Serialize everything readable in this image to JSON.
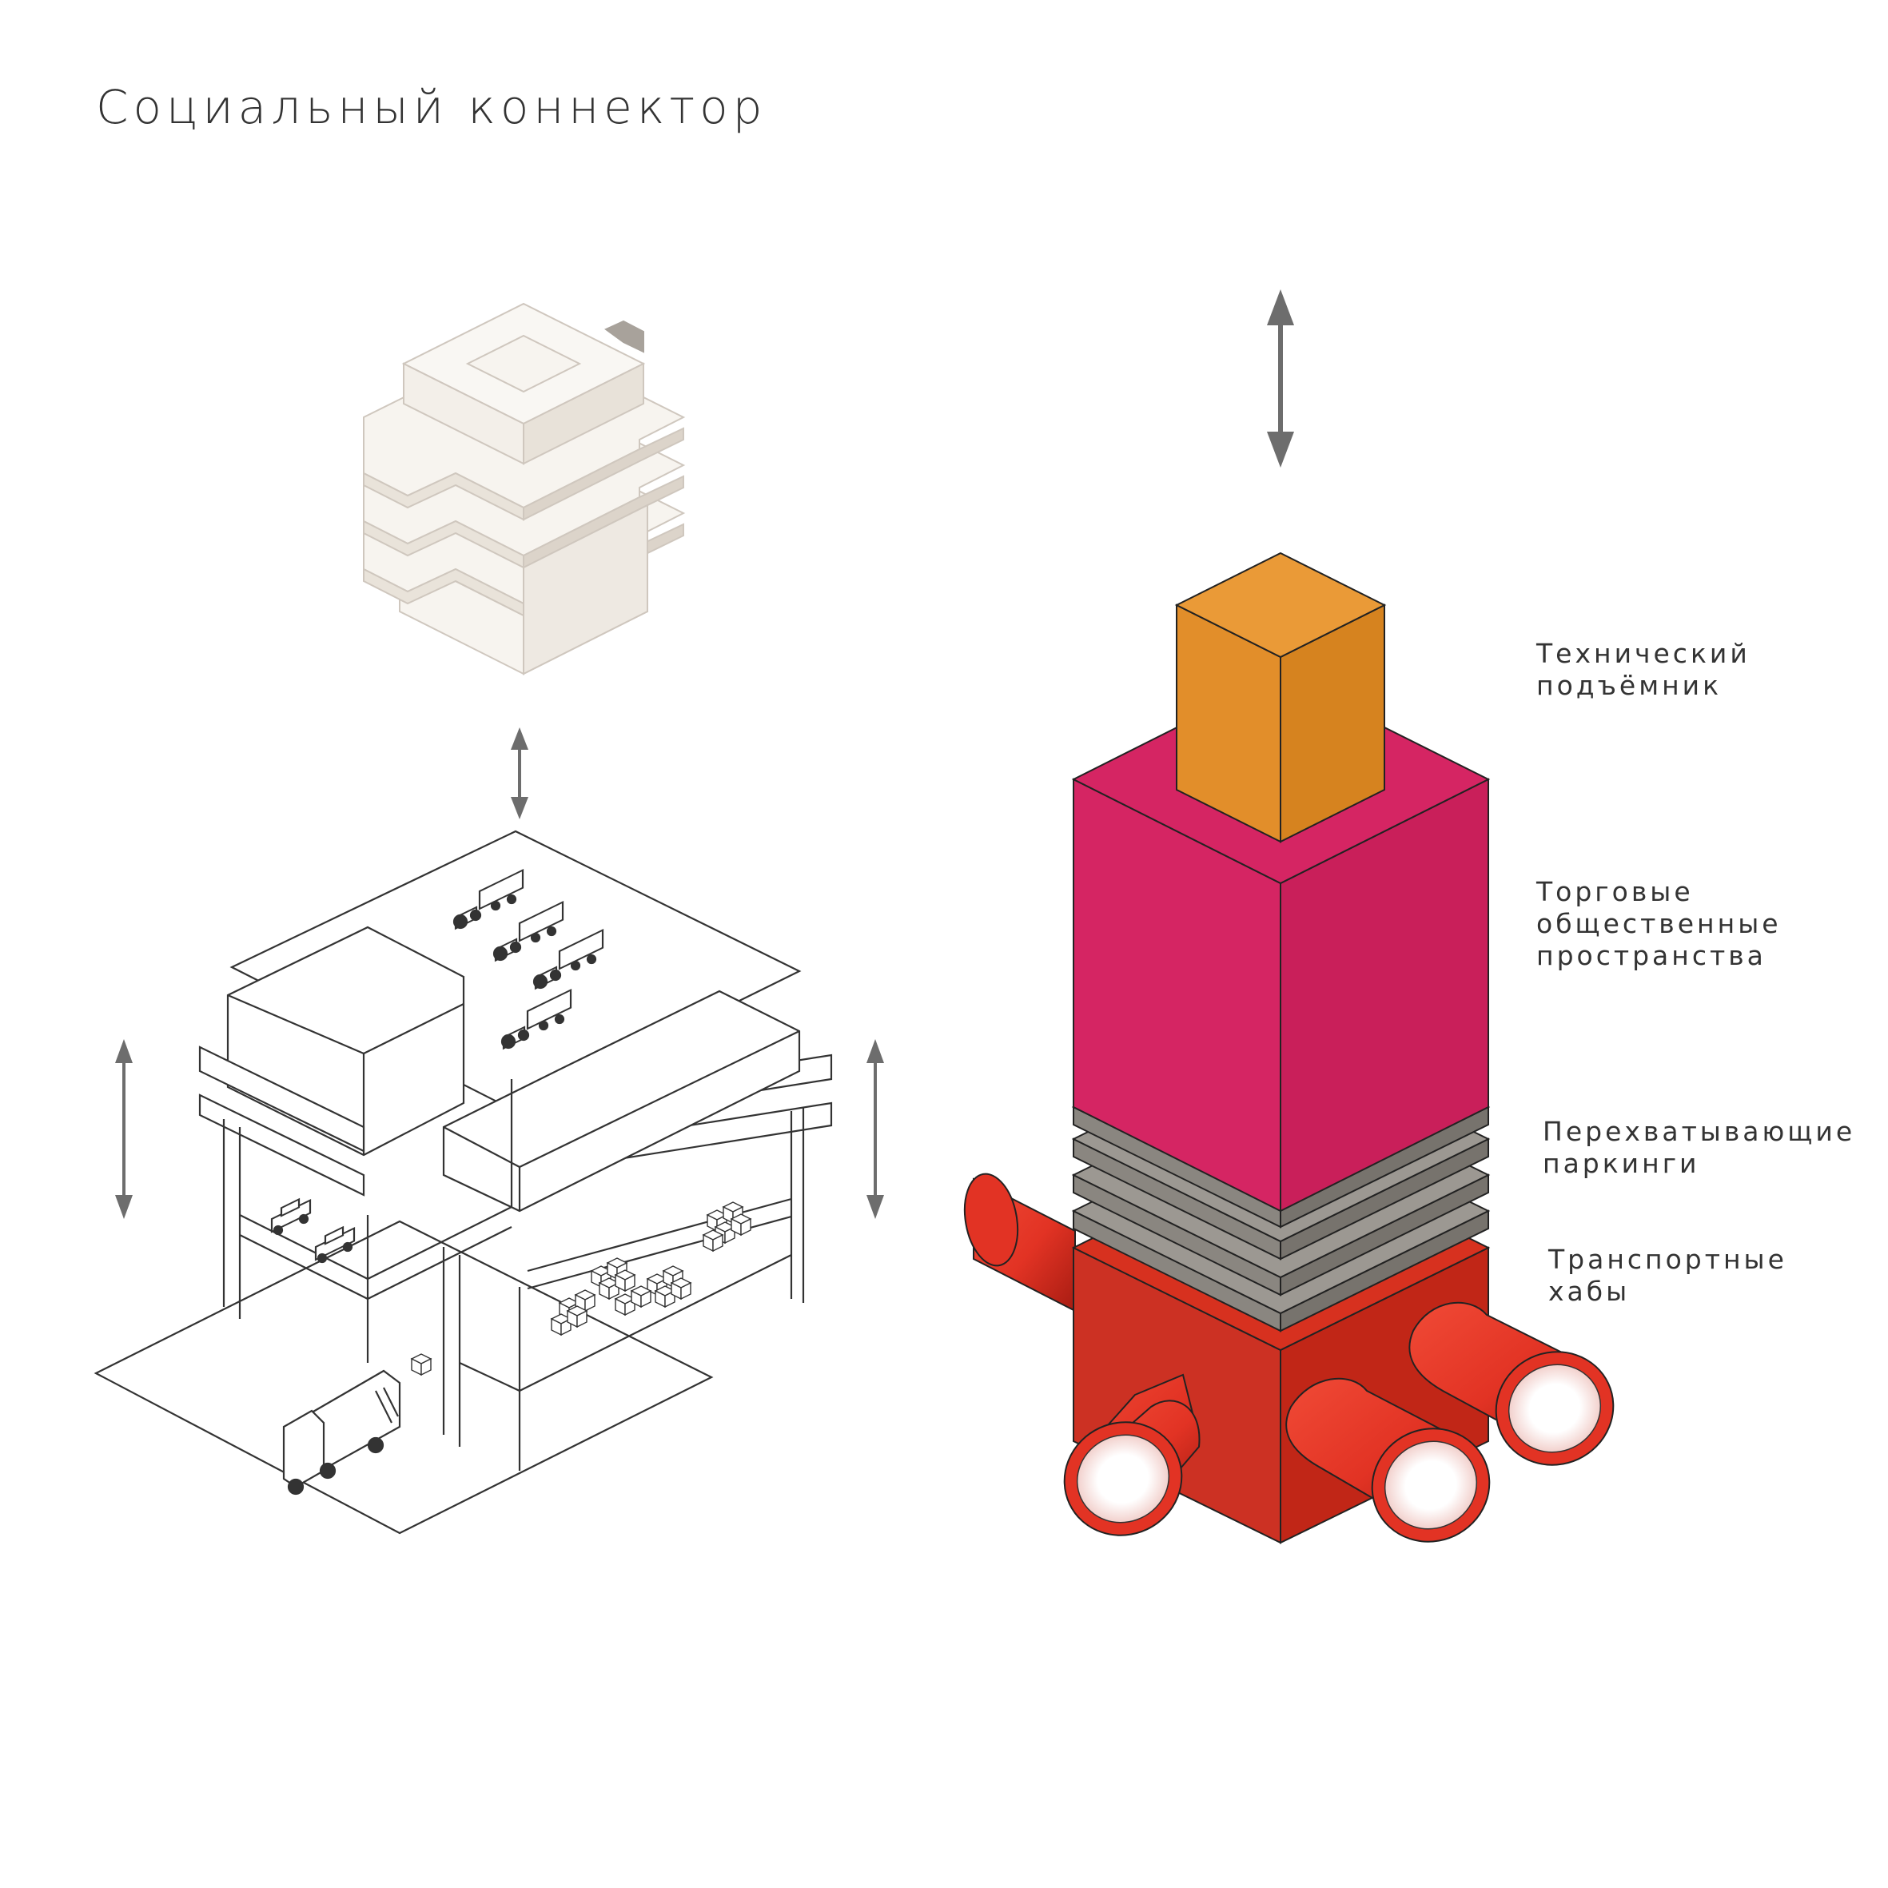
{
  "title": "Социальный коннектор",
  "legend": {
    "tech_lift": [
      "Технический",
      "подъёмник"
    ],
    "trade_spaces": [
      "Торговые",
      "общественные",
      "пространства"
    ],
    "parking": [
      "Перехватывающие",
      "паркинги"
    ],
    "transport_hubs": [
      "Транспортные",
      "хабы"
    ]
  },
  "colors": {
    "tech_lift": "#E28E2A",
    "trade_spaces": "#D52563",
    "parking": "#8A8680",
    "transport_hubs": "#D7311F",
    "tube": "#E23324",
    "arrow": "#6D6D6D",
    "building": "#F7F4EF",
    "outline": "#333333"
  },
  "icons": {
    "arrow": "double-vertical-arrow-icon",
    "truck": "truck-icon",
    "car": "car-icon",
    "tractor": "tractor-icon",
    "box": "box-icon"
  }
}
